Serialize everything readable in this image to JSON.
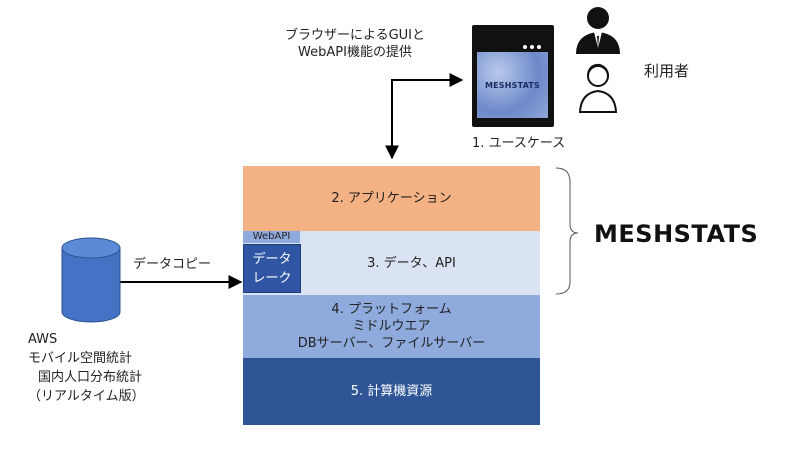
{
  "colors": {
    "application": "#f4b183",
    "data": "#dae3f3",
    "webapi_tag": "#8faadc",
    "datalake": "#2f55a4",
    "platform": "#8faadc",
    "compute": "#2f5597",
    "compute_text": "#ffffff",
    "cylinder": "#4472c4",
    "arrow": "#000000"
  },
  "top_caption": [
    "ブラウザーによるGUIと",
    "WebAPI機能の提供"
  ],
  "monitor": {
    "screen_text": "MESHSTATS"
  },
  "users_label": "利用者",
  "usecase_label": "1. ユースケース",
  "layers": {
    "application": "2. アプリケーション",
    "data": "3. データ、API",
    "webapi_tag": "WebAPI",
    "datalake": [
      "データ",
      "レーク"
    ],
    "platform": [
      "4. プラットフォーム",
      "ミドルウエア",
      "DBサーバー、ファイルサーバー"
    ],
    "compute": "5. 計算機資源"
  },
  "brace_label": "MESHSTATS",
  "copy_label": "データコピー",
  "source": [
    "AWS",
    "モバイル空間統計",
    "国内人口分布統計",
    "（リアルタイム版）"
  ],
  "icons": {
    "monitor": "browser-window-icon",
    "user_male": "businessman-icon",
    "user_female": "woman-icon",
    "database": "database-cylinder-icon"
  }
}
